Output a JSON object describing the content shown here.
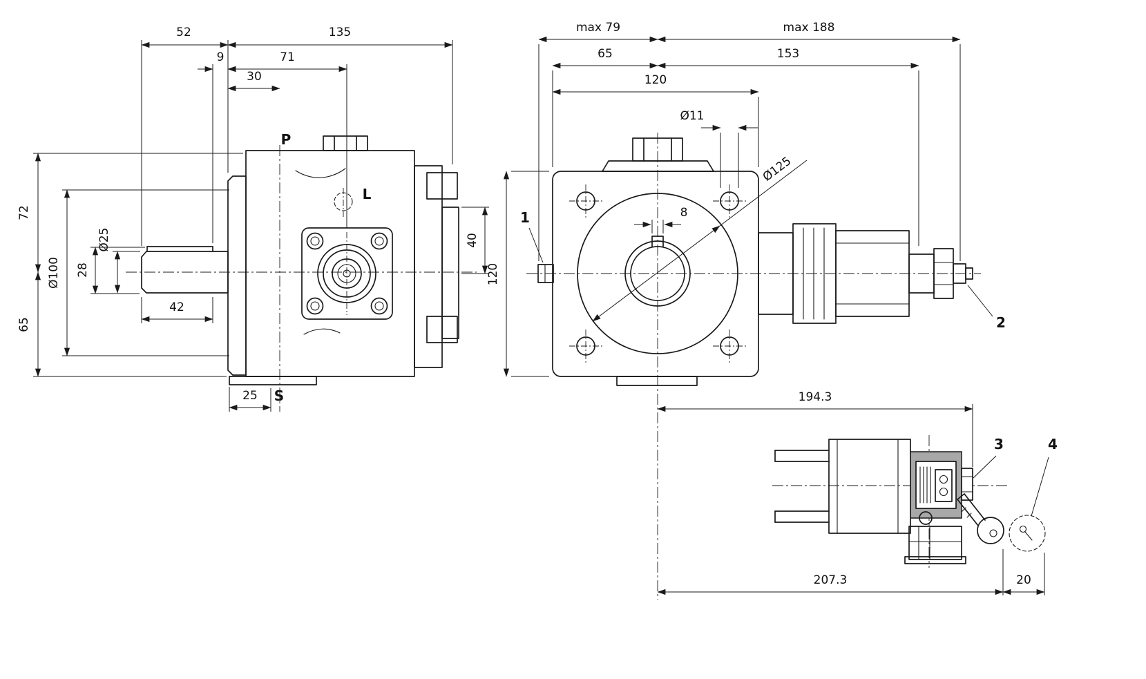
{
  "title": "Vane pump dimensional drawing",
  "colors": {
    "line": "#1a1a1a",
    "shade": "#a8a8a8",
    "background": "#ffffff"
  },
  "side_view": {
    "dims": {
      "w52": "52",
      "w135": "135",
      "w9": "9",
      "w71": "71",
      "w30": "30",
      "h72": "72",
      "h65": "65",
      "d100": "Ø100",
      "h28": "28",
      "d25": "Ø25",
      "w42": "42",
      "w25": "25",
      "h40": "40"
    },
    "ports": {
      "pressure": "P",
      "leak": "L",
      "suction": "S"
    }
  },
  "front_view": {
    "dims": {
      "max79": "max 79",
      "max188": "max 188",
      "w65": "65",
      "w153": "153",
      "w120": "120",
      "d11": "Ø11",
      "d125": "Ø125",
      "w8": "8",
      "h120": "120"
    },
    "callouts": {
      "item1": "1",
      "item2": "2"
    }
  },
  "detail_view": {
    "dims": {
      "w1943": "194.3",
      "w2073": "207.3",
      "w20": "20"
    },
    "callouts": {
      "item3": "3",
      "item4": "4"
    }
  }
}
